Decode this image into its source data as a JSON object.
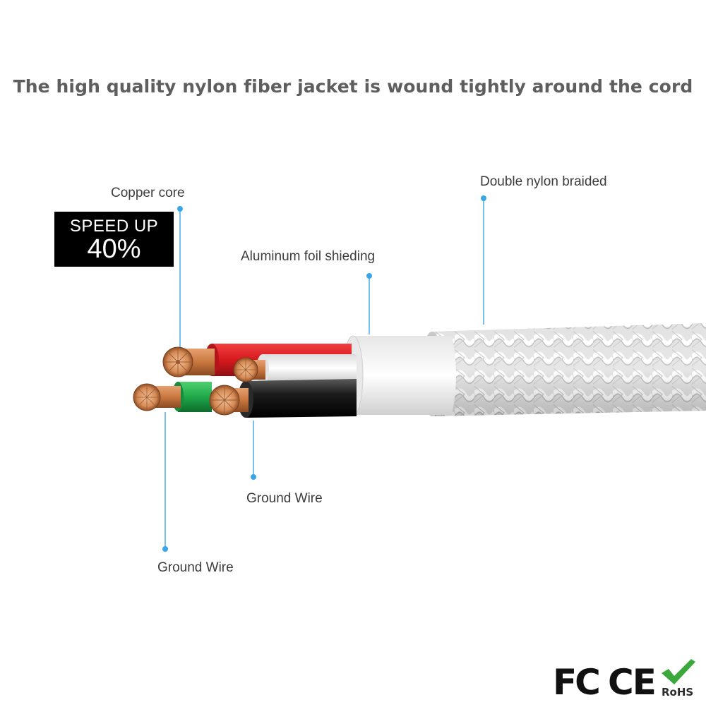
{
  "headline": "The high quality nylon fiber jacket is wound tightly around the cord",
  "badge": {
    "line1": "SPEED UP",
    "line2": "40%"
  },
  "labels": {
    "copper_core": "Copper core",
    "aluminum_foil": "Aluminum foil shieding",
    "double_nylon": "Double nylon braided",
    "ground_wire_lower": "Ground Wire",
    "ground_wire_middle": "Ground Wire"
  },
  "certifications": {
    "fc": "FC",
    "ce": "CE",
    "rohs": "RoHS"
  },
  "colors": {
    "headline": "#5e5e5e",
    "leader_line": "#3aa6e6",
    "wire_red": "#d7191e",
    "wire_white": "#f2f2f2",
    "wire_black": "#121212",
    "wire_green": "#1fa84a",
    "copper": "#c9783f",
    "braid": "#d6d6d6",
    "rohs_check": "#3aa83a"
  },
  "icons": [
    "fc-logo",
    "ce-mark",
    "rohs-check-icon"
  ]
}
